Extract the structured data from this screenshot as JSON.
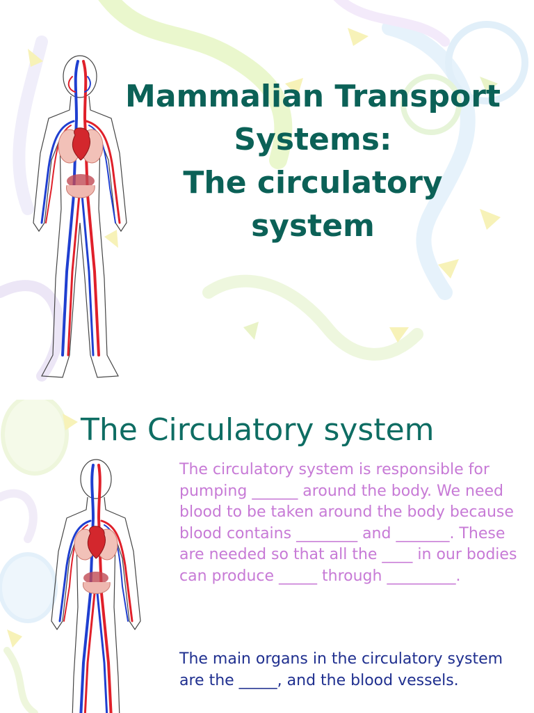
{
  "slide1": {
    "title_lines": [
      "Mammalian Transport",
      "Systems:",
      "The circulatory",
      "system"
    ]
  },
  "slide2": {
    "heading": "The Circulatory system",
    "paragraph1": "The circulatory system is responsible for pumping ______ around the body. We need blood to be taken around the body because blood contains ________ and _______.  These are needed so that all the ____ in our bodies can produce _____ through _________.",
    "paragraph2": "The main organs in the circulatory system are the _____, and the blood vessels."
  },
  "colors": {
    "title": "#0b6157",
    "heading": "#0e6d63",
    "paragraph1": "#c77ad6",
    "paragraph2": "#1f2f8f",
    "artery": "#e0202a",
    "vein": "#1f3fd0"
  },
  "icons": [
    "circulatory-figure-illustration",
    "balloon-swirl-decoration"
  ]
}
